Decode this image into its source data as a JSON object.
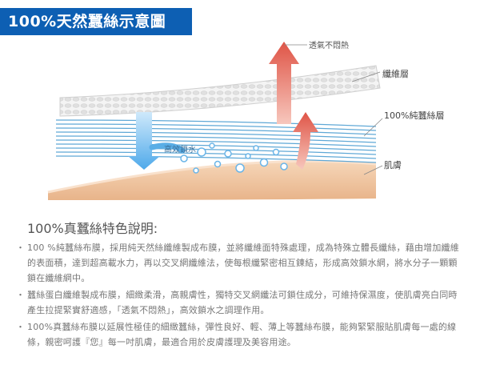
{
  "title": "100%天然蠶絲示意圖",
  "diagram": {
    "label_breathable": "透氣不悶熱",
    "label_fiber_layer": "纖維層",
    "label_silk_layer": "100%純蠶絲層",
    "label_skin": "肌膚",
    "label_moisture": "高效鎖水",
    "colors": {
      "skin": "#f2c8a4",
      "skin_dark": "#e9b48c",
      "silk_lines": "#5fa8d6",
      "arrow_up": "#e05a4e",
      "arrow_down": "#5aaee6",
      "fiber_band": "#e8e8e8"
    }
  },
  "features": {
    "heading": "100%真蠶絲特色說明:",
    "bullet_mark": "・",
    "items": [
      "100 %純蠶絲布膜，採用純天然絲纖維製成布膜，並將纖維面特殊處理，成為特殊立體長纖絲，藉由增加纖維的表面積，達到超高載水力，再以交叉網纖維法，使每根纖緊密相互鍊結，形成高效鎖水網，將水分子一顆顆鎖在纖維網中。",
      "蠶絲蛋白纖維製成布膜，細緻柔滑，高親膚性，獨特交叉網纖法可鎖住成分，可維持保濕度，使肌膚亮白同時產生拉提緊實舒適感，「透氣不悶熱」，高效鎖水之調理作用。",
      "100%真蠶絲布膜以延展性極佳的細緻蠶絲，彈性良好、輕、薄上等蠶絲布膜，能夠緊緊服貼肌膚每一處的線條，親密呵護『您』每一吋肌膚，最適合用於皮膚護理及美容用途。"
    ]
  }
}
